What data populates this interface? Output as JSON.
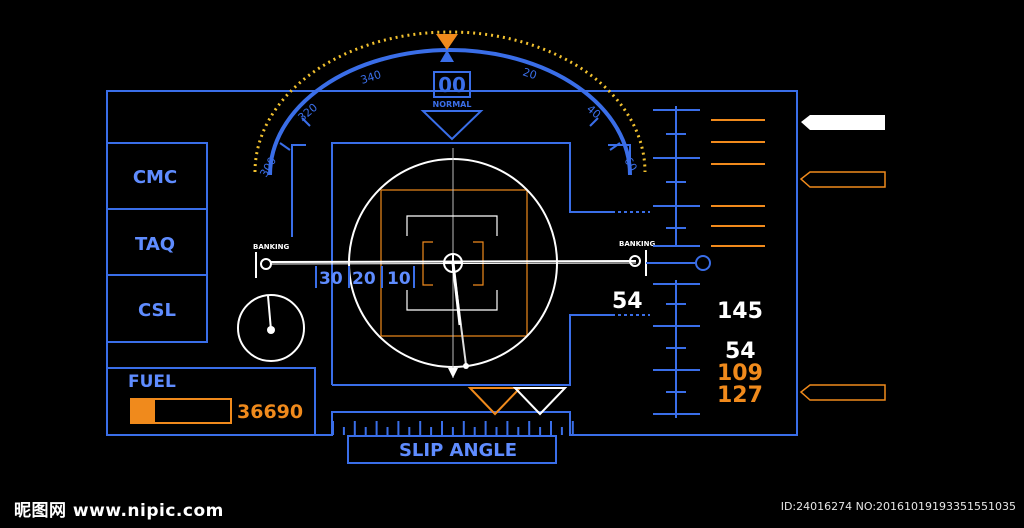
{
  "hud": {
    "heading": {
      "value": "00",
      "mode": "NORMAL",
      "scale_left": [
        "300",
        "320",
        "340"
      ],
      "scale_right": [
        "20",
        "40",
        "60"
      ]
    },
    "modes": [
      "CMC",
      "TAQ",
      "CSL"
    ],
    "banking_label": "BANKING",
    "pitch_marks": [
      "30",
      "20",
      "10"
    ],
    "fuel": {
      "label": "FUEL",
      "value": "36690",
      "level_fraction": 0.24
    },
    "readouts": {
      "left_speed": "54",
      "right_top": "145",
      "right_mid": "54",
      "right_orange_1": "109",
      "right_orange_2": "127"
    },
    "slip_label": "SLIP ANGLE",
    "colors": {
      "blue": "#3a6ee8",
      "orange": "#f08a1c",
      "white": "#ffffff",
      "yellow": "#f2c12e"
    }
  },
  "watermark": {
    "left": "昵图网 www.nipic.com",
    "right": "ID:24016274 NO:20161019193351551035"
  }
}
